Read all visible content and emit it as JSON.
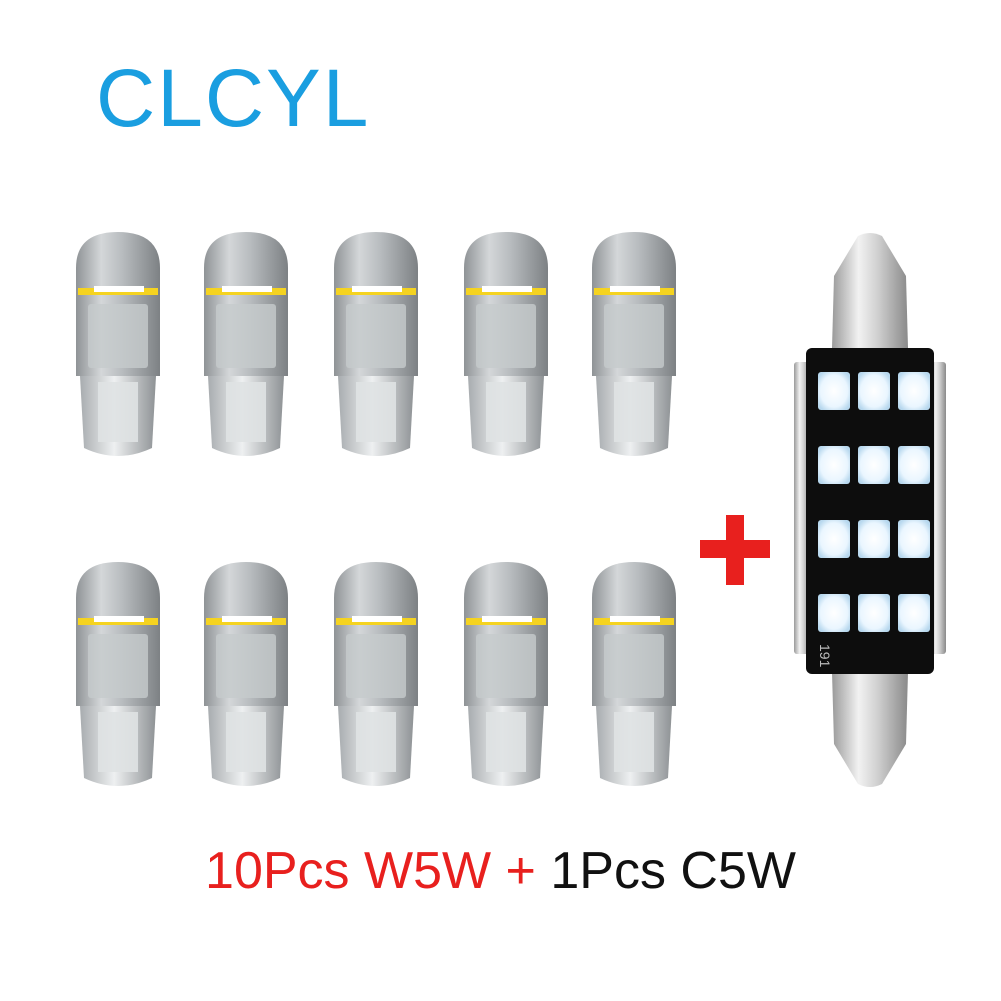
{
  "brand": {
    "text": "CLCYL",
    "color": "#1a9ee0"
  },
  "products": {
    "w5w_count": 10,
    "c5w_count": 1,
    "c5w_led_rows": 4,
    "c5w_led_cols": 3
  },
  "caption": {
    "part1": "10Pcs W5W",
    "separator": " + ",
    "part2": "1Pcs C5W",
    "accent_color": "#e8201e",
    "dark_color": "#111111"
  },
  "plus_color": "#e8201e"
}
